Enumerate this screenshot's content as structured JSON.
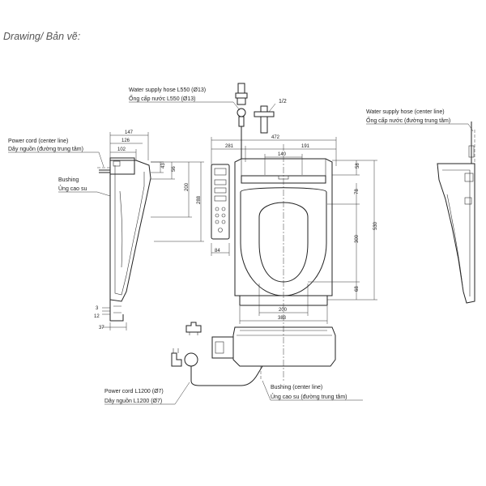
{
  "heading": "Drawing/ Bản vẽ:",
  "labels": {
    "water_hose": "Water supply hose L550 (Ø13)",
    "water_hose_vi": "Ống cấp nước L550 (Ø13)",
    "thread": "1/2",
    "power_center": "Power cord (center line)",
    "power_center_vi": "Dây nguồn (đường trung tâm)",
    "bushing": "Bushing",
    "bushing_vi": "Ủng cao su",
    "water_center": "Water supply hose (center line)",
    "water_center_vi": "Ống cấp nước (đường trung tâm)",
    "power_cord": "Power cord L1200 (Ø7)",
    "power_cord_vi": "Dây nguồn L1200 (Ø7)",
    "bushing_center": "Bushing (center line)",
    "bushing_center_vi": "Ủng cao su (đường trung tâm)"
  },
  "dims": {
    "d147": "147",
    "d126": "126",
    "d102": "102",
    "d43": "43",
    "d56": "56",
    "d200a": "200",
    "d288": "288",
    "d37": "37",
    "d3": "3",
    "d12": "12",
    "d472": "472",
    "d281": "281",
    "d191": "191",
    "d140": "140",
    "d58": "58",
    "d78": "78",
    "d300": "300",
    "d530": "530",
    "d68": "68",
    "d200b": "200",
    "d383": "383",
    "d84": "84"
  }
}
